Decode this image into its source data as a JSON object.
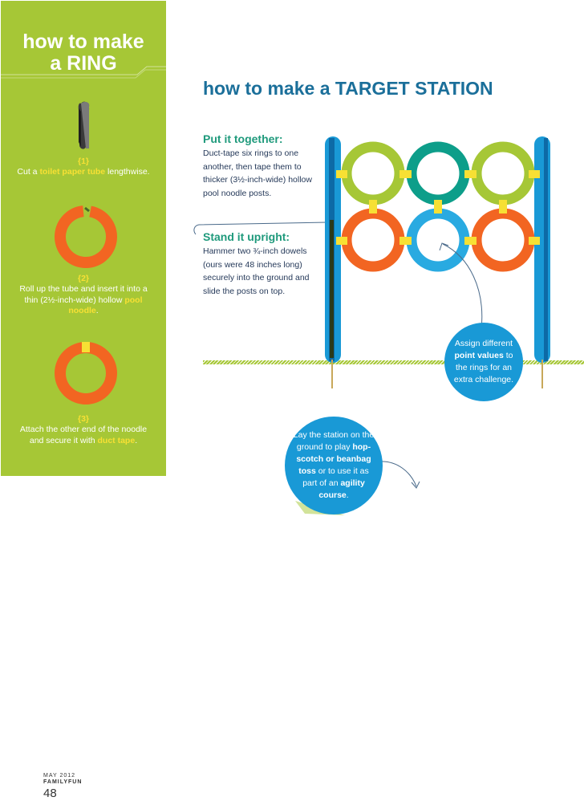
{
  "sidebar": {
    "title_line1": "how to make",
    "title_line2": "a RING",
    "steps": [
      {
        "num": "{1}",
        "pre": "Cut a ",
        "highlight": "toilet paper tube",
        "post": " lengthwise."
      },
      {
        "num": "{2}",
        "pre": "Roll up the tube and insert it into a thin (2½-inch-wide) hollow ",
        "highlight": "pool noodle",
        "post": "."
      },
      {
        "num": "{3}",
        "pre": "Attach the other end of the noodle and secure it with ",
        "highlight": "duct tape",
        "post": "."
      }
    ]
  },
  "main": {
    "title_pre": "how to make a ",
    "title_caps": "TARGET STATION",
    "put_heading": "Put it together:",
    "put_text": "Duct-tape six rings to one another, then tape them to thicker (3½-inch-wide) hollow pool noodle posts.",
    "stand_heading": "Stand it upright:",
    "stand_text": "Hammer two ¾-inch dowels (ours were 48 inches long) securely into the ground and slide the posts on top."
  },
  "bubbles": {
    "assign": {
      "pre": "Assign different ",
      "b1": "point values",
      "post": " to the rings for an extra challenge."
    },
    "lay": {
      "pre": "Lay the station on the ground to play ",
      "b1": "hop-scotch or beanbag toss",
      "mid": " or to use it as part of an ",
      "b2": "agility course",
      "post": "."
    }
  },
  "footer": {
    "date": "MAY 2012",
    "magazine": "FAMILYFUN",
    "page": "48"
  },
  "colors": {
    "sidebar_green": "#a6c736",
    "ring_orange": "#f26522",
    "ring_lime": "#a6c736",
    "ring_teal": "#0d9e8a",
    "ring_blue": "#29aae1",
    "tape_yellow": "#f7e034",
    "post_blue": "#1999d6",
    "title_blue": "#1b6f9a"
  }
}
